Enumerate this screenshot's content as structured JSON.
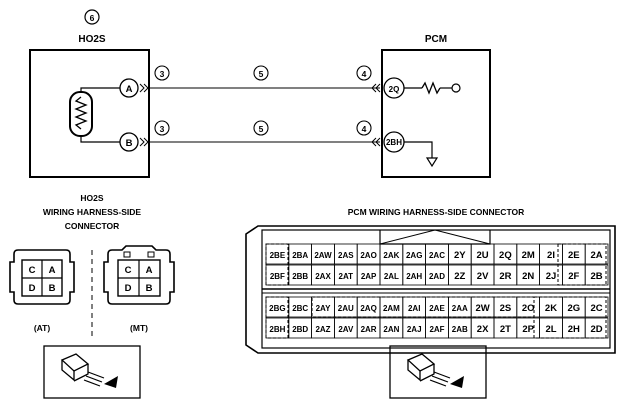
{
  "diagram": {
    "callout_6": "6",
    "ho2s_title": "HO2S",
    "pcm_title": "PCM",
    "callout_3_top": "3",
    "callout_5_top": "5",
    "callout_4_top": "4",
    "callout_3_bottom": "3",
    "callout_5_bottom": "5",
    "callout_4_bottom": "4",
    "ho2s_pin_a": "A",
    "ho2s_pin_b": "B",
    "pcm_pin_top": "2Q",
    "pcm_pin_bottom": "2BH"
  },
  "ho2s_connector": {
    "title_line1": "HO2S",
    "title_line2": "WIRING HARNESS-SIDE",
    "title_line3": "CONNECTOR",
    "left_label": "(AT)",
    "right_label": "(MT)",
    "pins": [
      "C",
      "A",
      "D",
      "B"
    ]
  },
  "pcm_connector": {
    "title": "PCM WIRING HARNESS-SIDE CONNECTOR",
    "rows": [
      [
        "2BE",
        "2BA",
        "2AW",
        "2AS",
        "2AO",
        "2AK",
        "2AG",
        "2AC",
        "2Y",
        "2U",
        "2Q",
        "2M",
        "2I",
        "2E",
        "2A"
      ],
      [
        "2BF",
        "2BB",
        "2AX",
        "2AT",
        "2AP",
        "2AL",
        "2AH",
        "2AD",
        "2Z",
        "2V",
        "2R",
        "2N",
        "2J",
        "2F",
        "2B"
      ],
      [
        "2BG",
        "2BC",
        "2AY",
        "2AU",
        "2AQ",
        "2AM",
        "2AI",
        "2AE",
        "2AA",
        "2W",
        "2S",
        "2O",
        "2K",
        "2G",
        "2C"
      ],
      [
        "2BH",
        "2BD",
        "2AZ",
        "2AV",
        "2AR",
        "2AN",
        "2AJ",
        "2AF",
        "2AB",
        "2X",
        "2T",
        "2P",
        "2L",
        "2H",
        "2D"
      ]
    ]
  }
}
